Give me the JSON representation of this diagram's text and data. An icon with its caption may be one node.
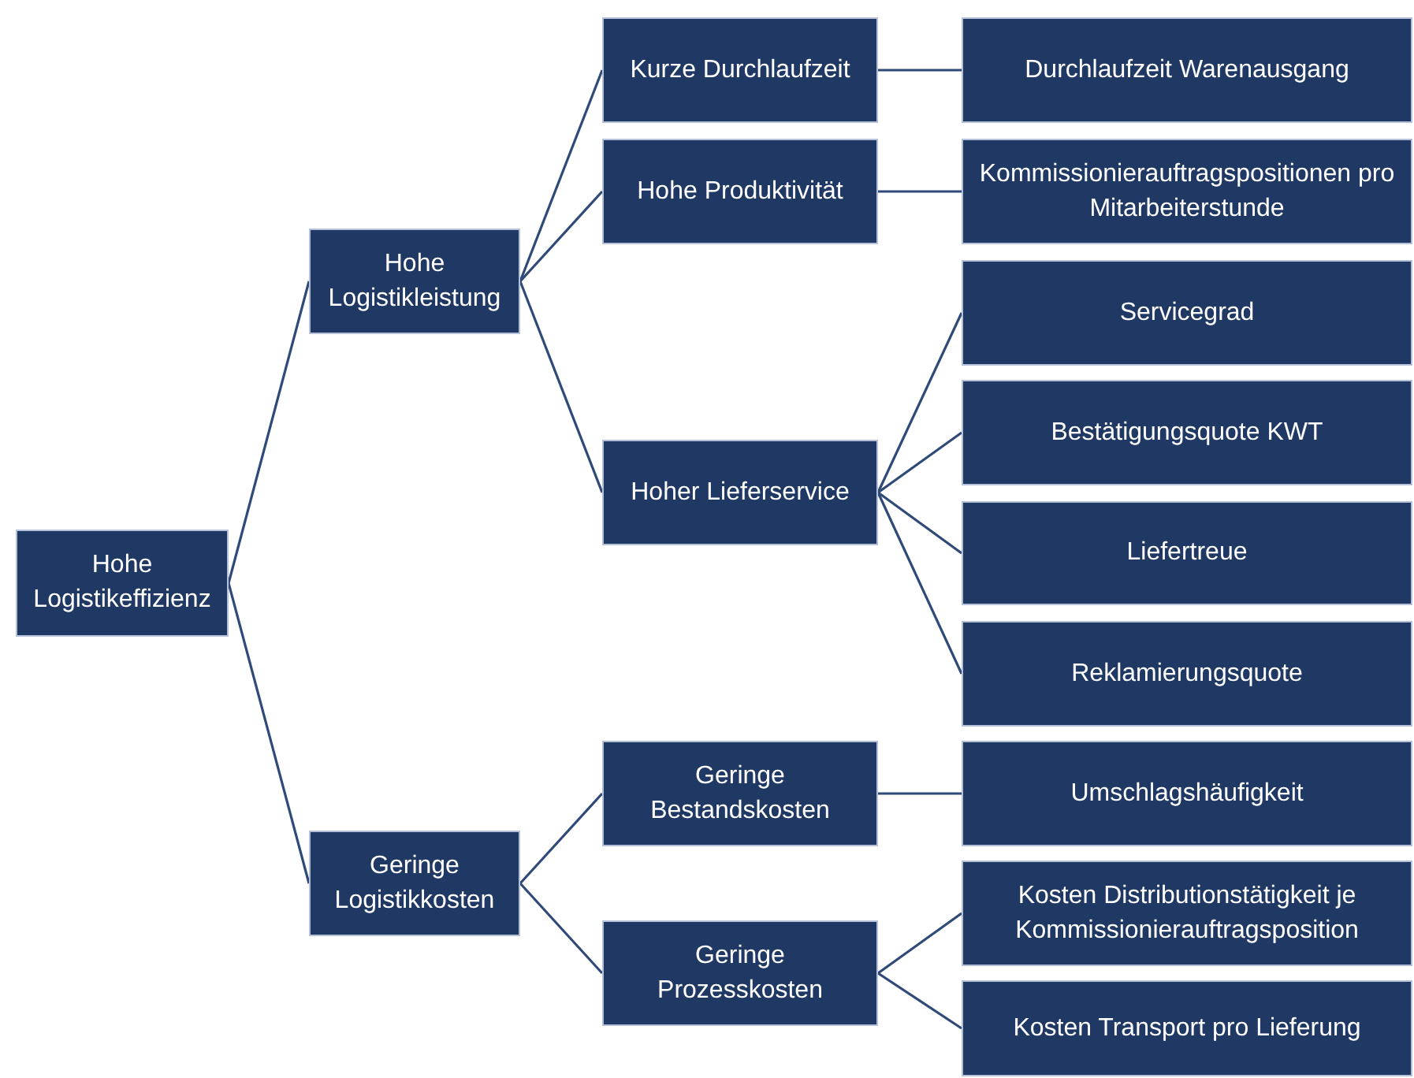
{
  "diagram": {
    "nodes": [
      {
        "text": [
          "Hohe Logistikeffizienz"
        ]
      },
      {
        "text": [
          "Hohe Logistikleistung"
        ]
      },
      {
        "text": [
          "Kurze Durchlaufzeit"
        ]
      },
      {
        "text": [
          "Durchlaufzeit Warenausgang"
        ]
      },
      {
        "text": [
          "Hohe Produktivität"
        ]
      },
      {
        "text": [
          "Kommissionierauftragspositionen pro Mitarbeiterstunde"
        ]
      },
      {
        "text": [
          "Hoher Lieferservice"
        ]
      },
      {
        "text": [
          "Servicegrad"
        ]
      },
      {
        "text": [
          "Bestätigungsquote KWT"
        ]
      },
      {
        "text": [
          "Liefertreue"
        ]
      },
      {
        "text": [
          "Reklamierungsquote"
        ]
      },
      {
        "text": [
          "Geringe Logistikkosten"
        ]
      },
      {
        "text": [
          "Geringe Bestandskosten"
        ]
      },
      {
        "text": [
          "Umschlagshäufigkeit"
        ]
      },
      {
        "text": [
          "Geringe Prozesskosten"
        ]
      },
      {
        "text": [
          "Kosten Distributionstätigkeit je Kommissionierauftragsposition"
        ]
      },
      {
        "text": [
          "Kosten Transport pro Lieferung"
        ]
      }
    ],
    "edges": [
      {
        "from": 0,
        "to": 1,
        "arrow": "none"
      },
      {
        "from": 0,
        "to": 11,
        "arrow": "none"
      },
      {
        "from": 1,
        "to": 2,
        "arrow": "none"
      },
      {
        "from": 1,
        "to": 4,
        "arrow": "none"
      },
      {
        "from": 1,
        "to": 6,
        "arrow": "none"
      },
      {
        "from": 2,
        "to": 3,
        "arrow": "none"
      },
      {
        "from": 4,
        "to": 5,
        "arrow": "none"
      },
      {
        "from": 6,
        "to": 7,
        "arrow": "none"
      },
      {
        "from": 6,
        "to": 8,
        "arrow": "none"
      },
      {
        "from": 6,
        "to": 9,
        "arrow": "none"
      },
      {
        "from": 6,
        "to": 10,
        "arrow": "none"
      },
      {
        "from": 11,
        "to": 12,
        "arrow": "none"
      },
      {
        "from": 11,
        "to": 14,
        "arrow": "none"
      },
      {
        "from": 12,
        "to": 13,
        "arrow": "none"
      },
      {
        "from": 14,
        "to": 15,
        "arrow": "none"
      },
      {
        "from": 14,
        "to": 16,
        "arrow": "none"
      }
    ]
  }
}
